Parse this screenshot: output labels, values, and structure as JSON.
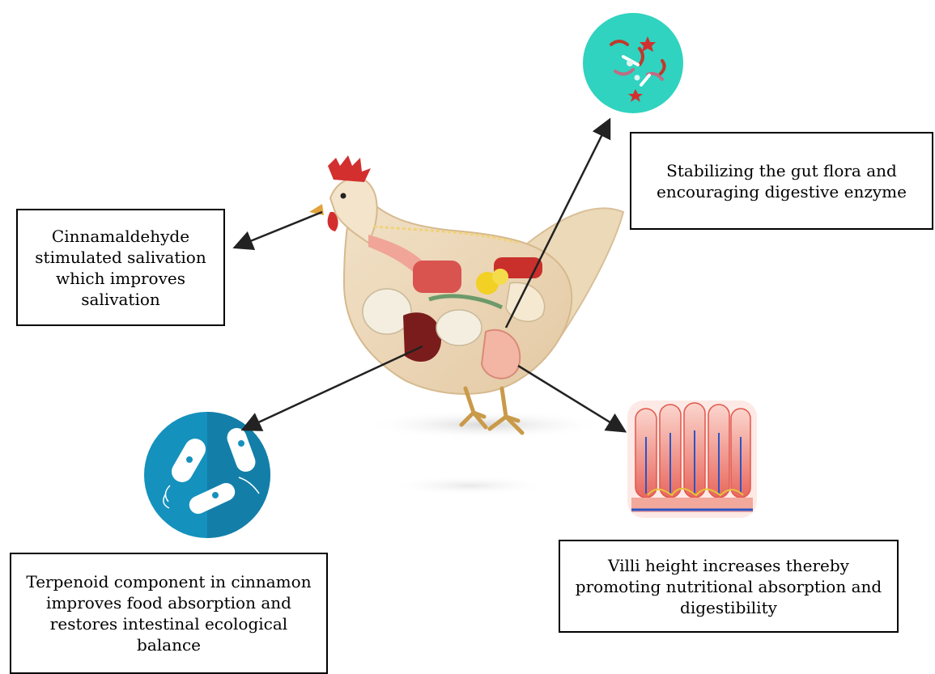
{
  "boxes": {
    "salivation": "Cinnamaldehyde\nstimulated salivation\nwhich improves\nsalivation",
    "gut_flora": "Stabilizing the gut flora and\nencouraging digestive enzyme",
    "terpenoid": "Terpenoid component in cinnamon\nimproves food absorption and\nrestores intestinal ecological\nbalance",
    "villi": "Villi height increases thereby\npromoting nutritional absorption and\ndigestibility"
  },
  "icons": {
    "chicken": "chicken-anatomy-illustration",
    "gut_flora": "gut-microbiota-icon",
    "bacteria": "bacteria-icon",
    "villi": "intestinal-villi-icon"
  },
  "colors": {
    "gut_flora_circle": "#2fd3bf",
    "bacteria_circle": "#1591bd",
    "arrow": "#222222"
  }
}
